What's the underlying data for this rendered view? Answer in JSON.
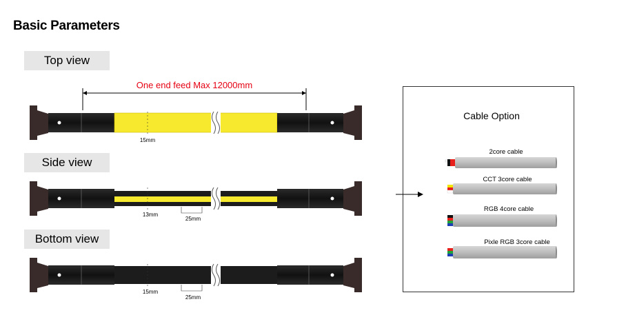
{
  "page": {
    "title": "Basic Parameters"
  },
  "views": [
    {
      "label": "Top view",
      "dimension_note": "One end feed Max 12000mm",
      "width_label": "15mm",
      "pitch_label": ""
    },
    {
      "label": "Side view",
      "dimension_note": "",
      "width_label": "13mm",
      "pitch_label": "25mm"
    },
    {
      "label": "Bottom view",
      "dimension_note": "",
      "width_label": "15mm",
      "pitch_label": "25mm"
    }
  ],
  "cable_option": {
    "title": "Cable Option",
    "options": [
      {
        "label": "2core cable",
        "wire_colors": [
          "#ffffff",
          "#111111",
          "#e8201c"
        ]
      },
      {
        "label": "CCT 3core cable",
        "wire_colors": [
          "#f2e600",
          "#e8201c",
          "#ffffff"
        ]
      },
      {
        "label": "RGB 4core cable",
        "wire_colors": [
          "#111111",
          "#e8201c",
          "#1fa23a",
          "#1e3fb4"
        ]
      },
      {
        "label": "Pixle RGB 3core cable",
        "wire_colors": [
          "#e8201c",
          "#1fa23a",
          "#1e3fb4"
        ]
      }
    ]
  },
  "colors": {
    "yellow": "#f7ea2e",
    "black_tube": "#1c1c1c",
    "red_text": "#e60012",
    "end_cap": "#3a2b2b",
    "cable_gray": "#b8b8b8"
  }
}
